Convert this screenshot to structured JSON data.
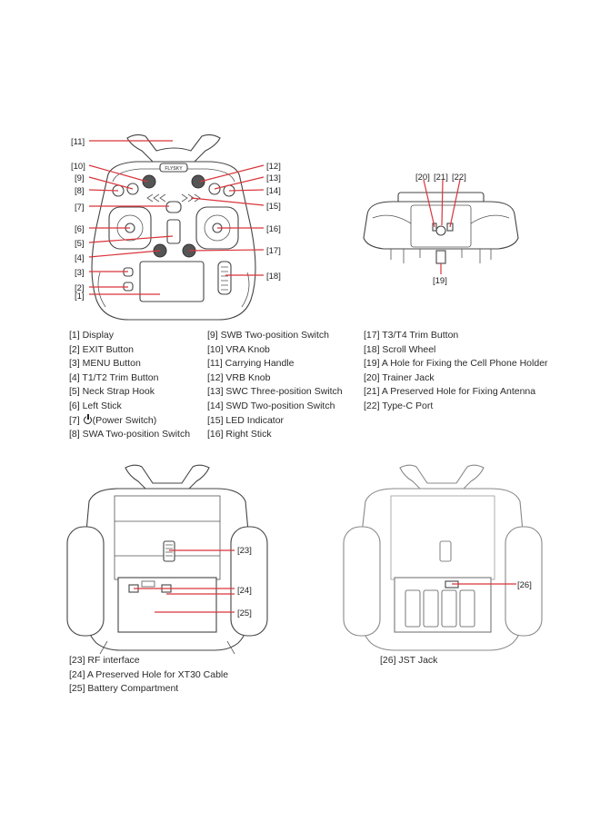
{
  "brand": "FLYSKY",
  "front_view": {
    "callouts": {
      "c1": "[1]",
      "c2": "[2]",
      "c3": "[3]",
      "c4": "[4]",
      "c5": "[5]",
      "c6": "[6]",
      "c7": "[7]",
      "c8": "[8]",
      "c9": "[9]",
      "c10": "[10]",
      "c11": "[11]",
      "c12": "[12]",
      "c13": "[13]",
      "c14": "[14]",
      "c15": "[15]",
      "c16": "[16]",
      "c17": "[17]",
      "c18": "[18]"
    }
  },
  "top_view": {
    "callouts": {
      "c19": "[19]",
      "c20": "[20]",
      "c21": "[21]",
      "c22": "[22]"
    }
  },
  "back_view": {
    "callouts": {
      "c23": "[23]",
      "c24": "[24]",
      "c25": "[25]"
    }
  },
  "back_open_view": {
    "callouts": {
      "c26": "[26]"
    }
  },
  "legend": {
    "col1": [
      "[1] Display",
      "[2] EXIT Button",
      "[3] MENU Button",
      "[4] T1/T2 Trim Button",
      "[5] Neck Strap Hook",
      "[6] Left Stick",
      "[7] ",
      "[8] SWA Two-position Switch"
    ],
    "item7_suffix": "(Power Switch)",
    "col2": [
      "[9] SWB Two-position Switch",
      "[10] VRA Knob",
      "[11] Carrying Handle",
      "[12] VRB Knob",
      "[13] SWC Three-position Switch",
      "[14] SWD Two-position Switch",
      "[15] LED Indicator",
      "[16] Right Stick"
    ],
    "col3": [
      "[17] T3/T4 Trim Button",
      "[18] Scroll Wheel",
      "[19] A Hole for Fixing the Cell Phone Holder",
      "[20] Trainer Jack",
      "[21] A Preserved Hole for Fixing Antenna",
      "[22] Type-C Port"
    ],
    "col4": [
      "[23] RF interface",
      "[24] A Preserved Hole for XT30 Cable",
      "[25] Battery Compartment"
    ],
    "col5": [
      "[26] JST Jack"
    ]
  },
  "colors": {
    "leader": "#d9343b",
    "outline": "#444444",
    "text": "#222222"
  }
}
